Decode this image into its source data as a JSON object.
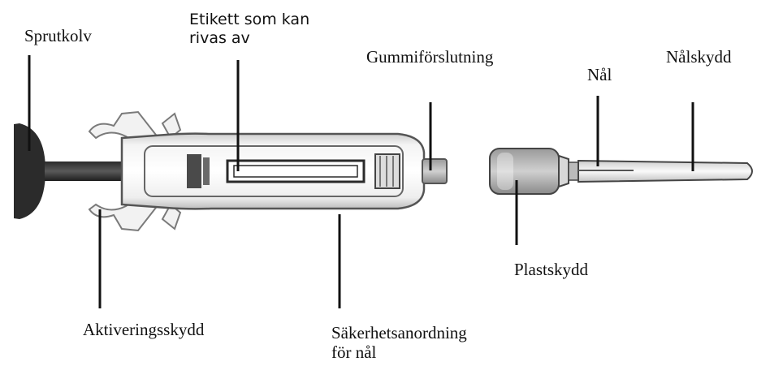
{
  "labels": {
    "plunger": "Sprutkolv",
    "peel_label": [
      "Etikett som kan",
      "rivas av"
    ],
    "rubber_stopper": "Gummiförslutning",
    "needle": "Nål",
    "needle_cover": "Nålskydd",
    "activation_guard": "Aktiveringsskydd",
    "needle_safety_device": [
      "Säkerhetsanordning",
      "för nål"
    ],
    "plastic_shield": "Plastskydd"
  }
}
